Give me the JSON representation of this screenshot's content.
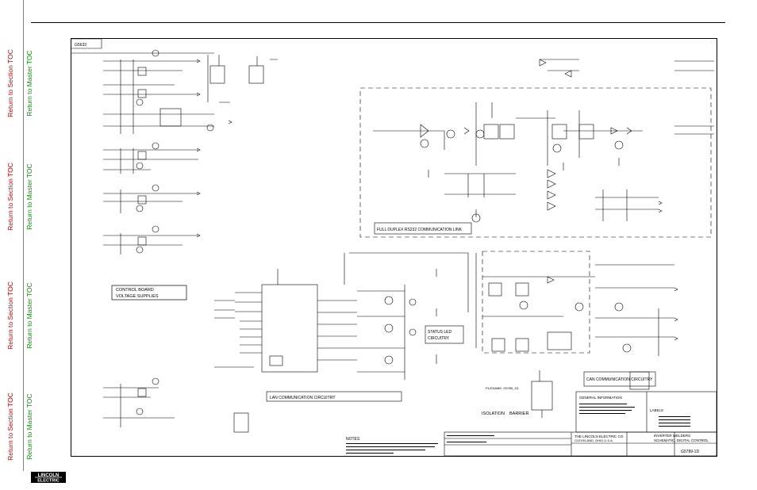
{
  "sidebar": {
    "section_toc": "Return to Section TOC",
    "master_toc": "Return to Master TOC"
  },
  "logo": {
    "line1": "LINCOLN",
    "line2": "ELECTRIC"
  },
  "diagram": {
    "sheet_ref": "G5633",
    "boxes": {
      "supply": [
        "CONTROL BOARD",
        "VOLTAGE SUPPLIES"
      ],
      "rs232": "FULL DUPLEX RS232 COMMUNICATION LINK",
      "lan": "LAN COMMUNICATION CIRCUITRY",
      "status": [
        "STATUS LED",
        "CIRCUITRY"
      ],
      "can": "CAN COMMUNICATION CIRCUITRY"
    },
    "isolation": "ISOLATION",
    "barrier": "BARRIER",
    "filename": "FILENAME: G5789_1D",
    "notes_title": "NOTES",
    "general_info": "GENERAL INFORMATION",
    "labels_title": "LABELS",
    "company": "THE LINCOLN ELECTRIC CO.",
    "city": "CLEVELAND, OHIO U.S.A.",
    "product": "INVERTER WELDERS",
    "subject": "SCHEMATIC, DIGITAL CONTROL",
    "drawing_no": "G5789-1D"
  }
}
